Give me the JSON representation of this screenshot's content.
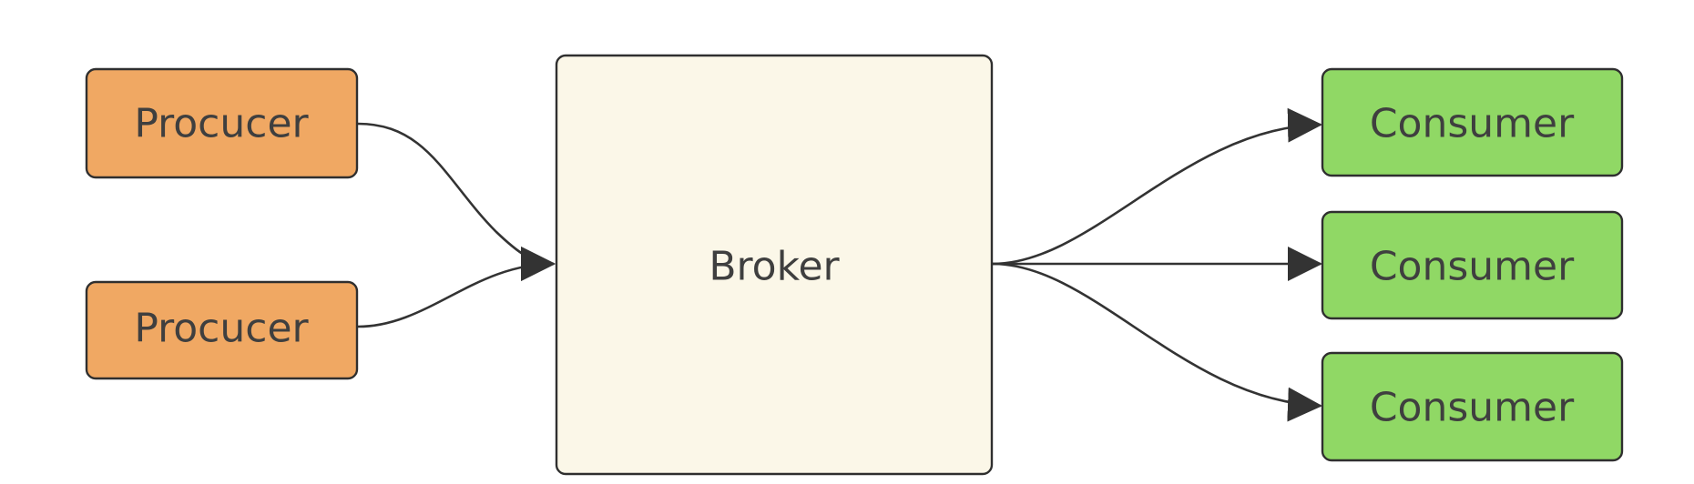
{
  "nodes": {
    "producer_1": {
      "label": "Procucer"
    },
    "producer_2": {
      "label": "Procucer"
    },
    "broker": {
      "label": "Broker"
    },
    "consumer_1": {
      "label": "Consumer"
    },
    "consumer_2": {
      "label": "Consumer"
    },
    "consumer_3": {
      "label": "Consumer"
    }
  },
  "edges": [
    {
      "from": "producer_1",
      "to": "broker"
    },
    {
      "from": "producer_2",
      "to": "broker"
    },
    {
      "from": "broker",
      "to": "consumer_1"
    },
    {
      "from": "broker",
      "to": "consumer_2"
    },
    {
      "from": "broker",
      "to": "consumer_3"
    }
  ],
  "colors": {
    "producer_fill": "#f0a863",
    "broker_fill": "#fbf7e8",
    "consumer_fill": "#90d865",
    "outline": "#2f2f2f",
    "edge": "#333333",
    "text": "#3f3f3f"
  }
}
